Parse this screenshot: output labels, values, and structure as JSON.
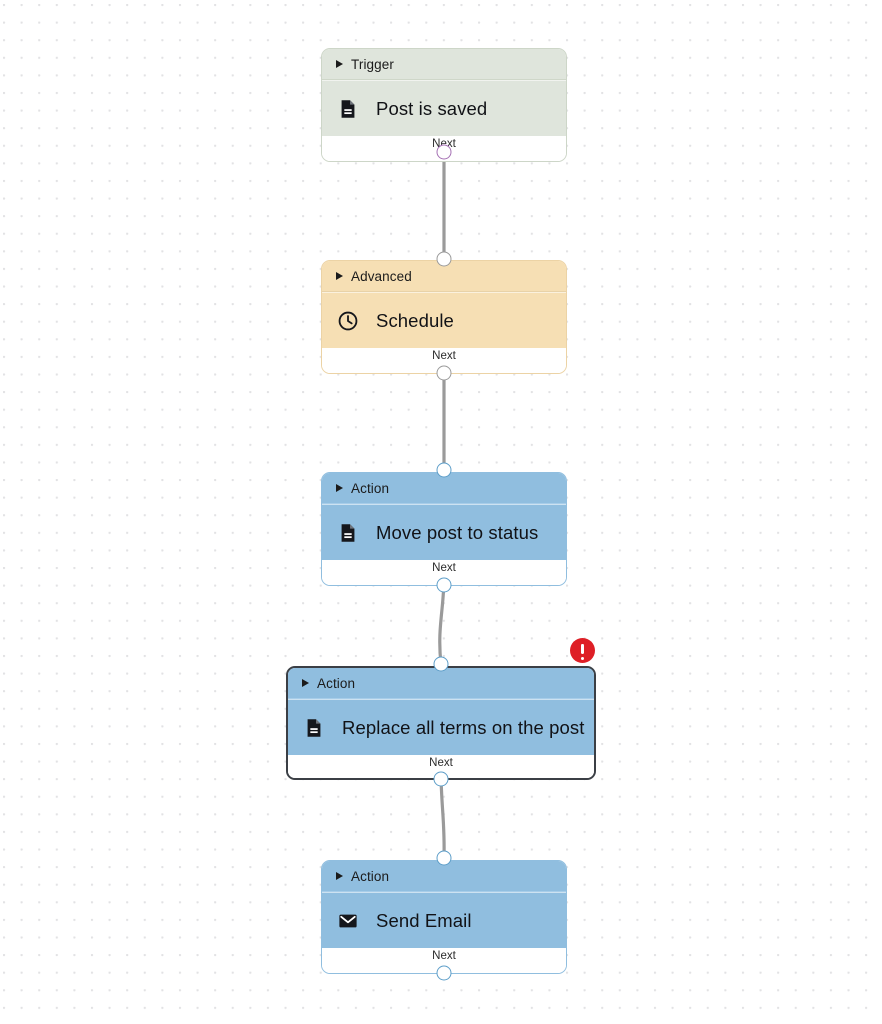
{
  "canvas": {
    "label": "workflow-canvas",
    "background_color": "#ffffff",
    "grid_dot_color": "#e2e2e4"
  },
  "nodes": [
    {
      "id": "trigger-post-is-saved",
      "category": "Trigger",
      "title": "Post is saved",
      "icon": "document-icon",
      "footer_label": "Next",
      "theme": "trigger",
      "fill_color": "#dfe5dc",
      "selected": false,
      "has_error": false
    },
    {
      "id": "advanced-schedule",
      "category": "Advanced",
      "title": "Schedule",
      "icon": "clock-icon",
      "footer_label": "Next",
      "theme": "advanced",
      "fill_color": "#f6dfb4",
      "selected": false,
      "has_error": false
    },
    {
      "id": "action-move-post-to-status",
      "category": "Action",
      "title": "Move post to status",
      "icon": "document-icon",
      "footer_label": "Next",
      "theme": "action",
      "fill_color": "#90bedf",
      "selected": false,
      "has_error": false
    },
    {
      "id": "action-replace-all-terms-on-the-post",
      "category": "Action",
      "title": "Replace all terms on the post",
      "icon": "document-icon",
      "footer_label": "Next",
      "theme": "action",
      "fill_color": "#90bedf",
      "selected": true,
      "has_error": true,
      "error_icon": "error-exclamation-icon",
      "error_color": "#de1f26"
    },
    {
      "id": "action-send-email",
      "category": "Action",
      "title": "Send Email",
      "icon": "envelope-icon",
      "footer_label": "Next",
      "theme": "action",
      "fill_color": "#90bedf",
      "selected": false,
      "has_error": false
    }
  ],
  "edges": [
    {
      "id": "edge-trigger-to-advanced",
      "from": "trigger-post-is-saved",
      "to": "advanced-schedule"
    },
    {
      "id": "edge-advanced-to-move-post",
      "from": "advanced-schedule",
      "to": "action-move-post-to-status"
    },
    {
      "id": "edge-move-post-to-replace-terms",
      "from": "action-move-post-to-status",
      "to": "action-replace-all-terms-on-the-post"
    },
    {
      "id": "edge-replace-terms-to-send-email",
      "from": "action-replace-all-terms-on-the-post",
      "to": "action-send-email"
    }
  ],
  "edge_color": "#9a9a9a"
}
